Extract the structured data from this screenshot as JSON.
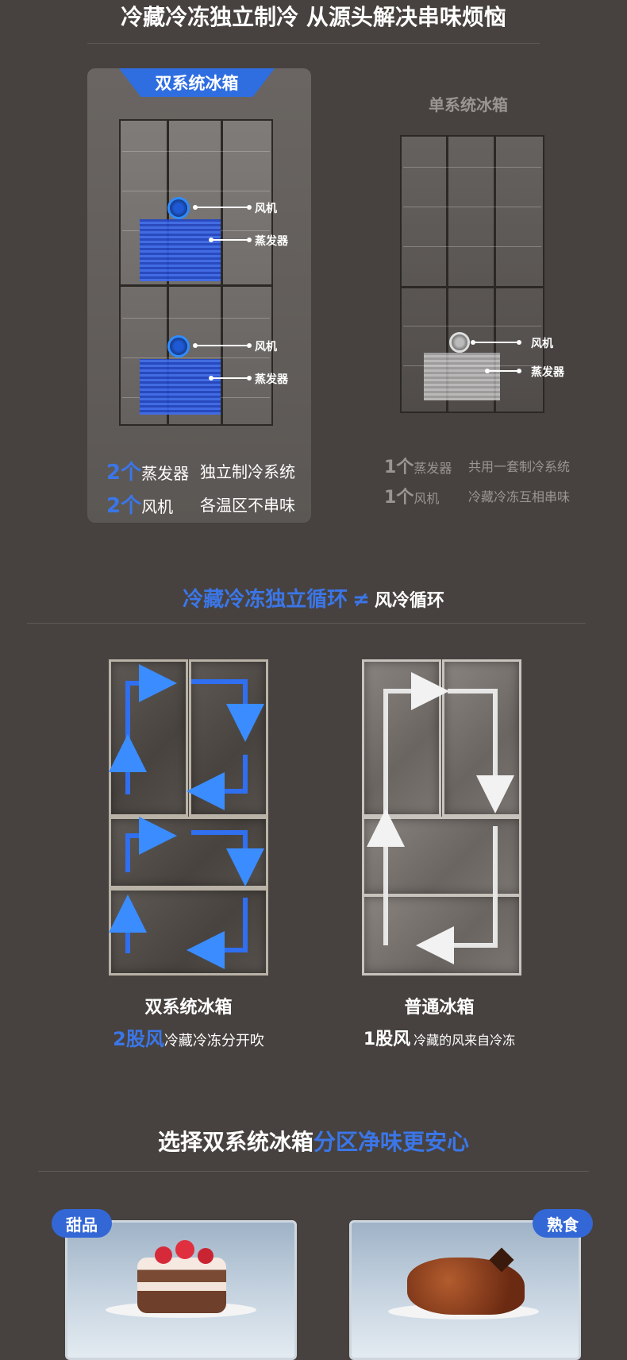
{
  "section1": {
    "title": "冷藏冷冻独立制冷 从源头解决串味烦恼",
    "dual": {
      "tag": "双系统冰箱",
      "labels": {
        "fan_upper": "风机",
        "evap_upper": "蒸发器",
        "fan_lower": "风机",
        "evap_lower": "蒸发器"
      },
      "stats": [
        {
          "num": "2个",
          "item": "蒸发器",
          "desc": "独立制冷系统"
        },
        {
          "num": "2个",
          "item": "风机",
          "desc": "各温区不串味"
        }
      ]
    },
    "single": {
      "tag": "单系统冰箱",
      "labels": {
        "fan": "风机",
        "evap": "蒸发器"
      },
      "stats": [
        {
          "num": "1个",
          "item": "蒸发器",
          "desc": "共用一套制冷系统"
        },
        {
          "num": "1个",
          "item": "风机",
          "desc": "冷藏冷冻互相串味"
        }
      ]
    }
  },
  "section2": {
    "title_blue": "冷藏冷冻独立循环",
    "title_neq": "≠",
    "title_white": "风冷循环",
    "dual": {
      "name": "双系统冰箱",
      "count": "2股风",
      "desc": "冷藏冷冻分开吹"
    },
    "normal": {
      "name": "普通冰箱",
      "count": "1股风",
      "desc": "冷藏的风来自冷冻"
    }
  },
  "section3": {
    "title_white": "选择双系统冰箱",
    "title_blue": "分区净味更安心",
    "left_tag": "甜品",
    "right_tag": "熟食"
  },
  "colors": {
    "accent": "#3b76e8",
    "background": "#47423f"
  }
}
